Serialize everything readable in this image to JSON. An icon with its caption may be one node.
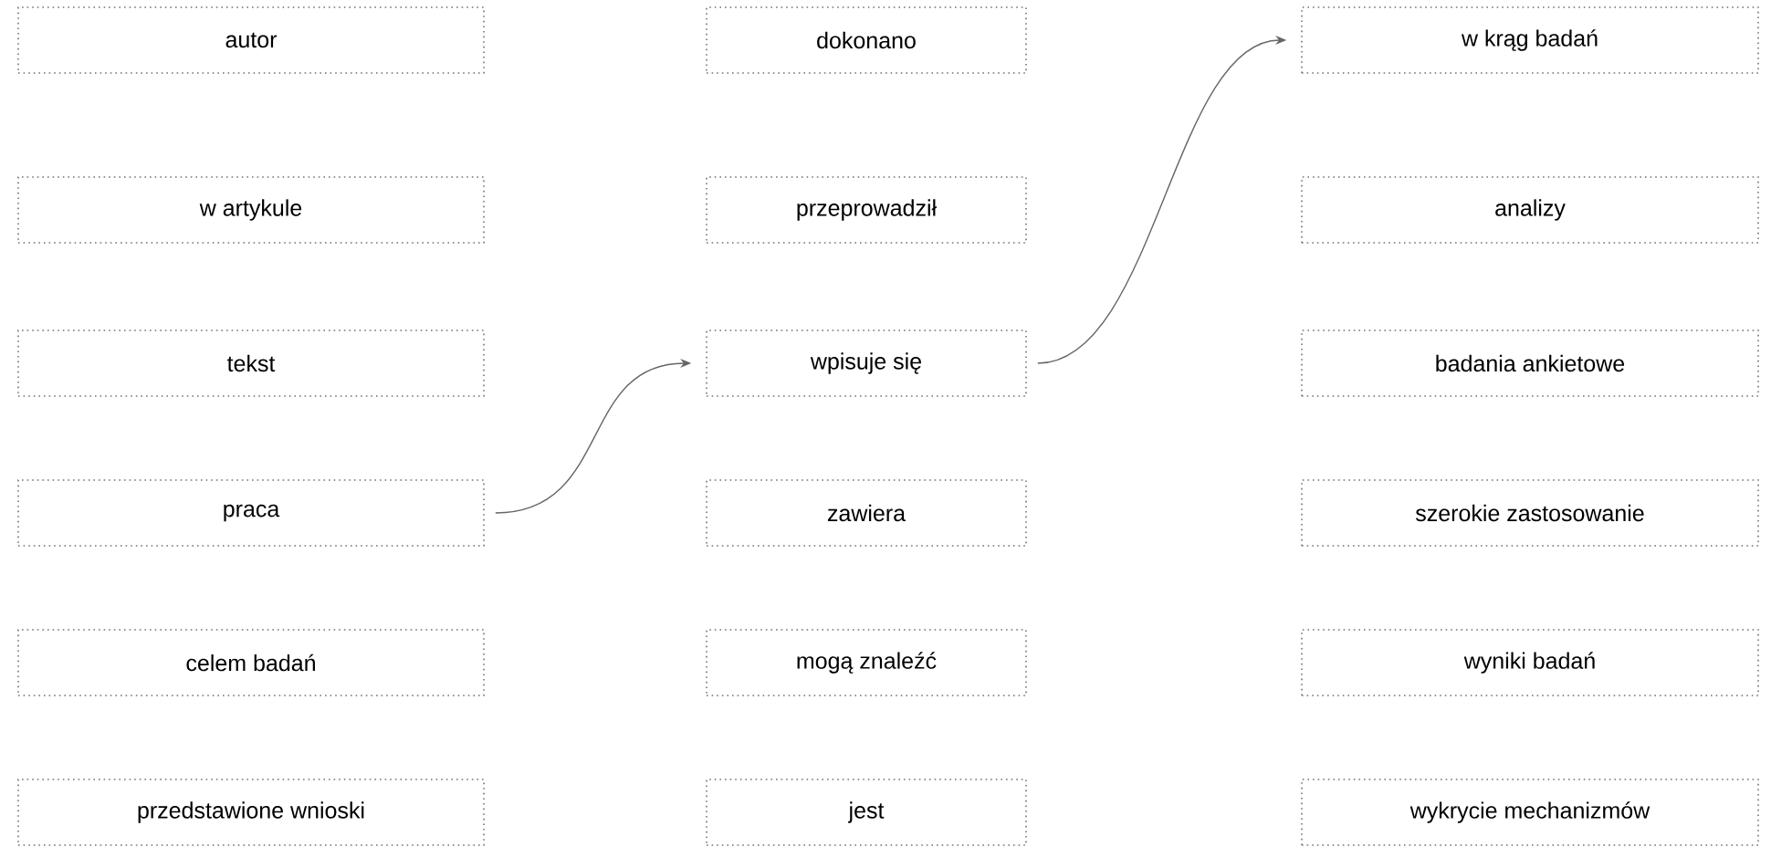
{
  "diagram": {
    "nodes": [
      {
        "text": [
          "autor"
        ]
      },
      {
        "text": [
          "dokonano"
        ]
      },
      {
        "text": [
          "w krąg badań"
        ]
      },
      {
        "text": [
          "w artykule"
        ]
      },
      {
        "text": [
          "przeprowadził"
        ]
      },
      {
        "text": [
          "analizy"
        ]
      },
      {
        "text": [
          "tekst"
        ]
      },
      {
        "text": [
          "wpisuje się"
        ]
      },
      {
        "text": [
          "badania ankietowe"
        ]
      },
      {
        "text": [
          "praca"
        ]
      },
      {
        "text": [
          "zawiera"
        ]
      },
      {
        "text": [
          "szerokie zastosowanie"
        ]
      },
      {
        "text": [
          "celem badań"
        ]
      },
      {
        "text": [
          "mogą znaleźć"
        ]
      },
      {
        "text": [
          "wyniki badań"
        ]
      },
      {
        "text": [
          "przedstawione wnioski"
        ]
      },
      {
        "text": [
          "jest"
        ]
      },
      {
        "text": [
          "wykrycie mechanizmów"
        ]
      }
    ],
    "edges": [
      {
        "from": 9,
        "to": 7,
        "arrow": "to"
      },
      {
        "from": 7,
        "to": 2,
        "arrow": "to"
      }
    ]
  }
}
